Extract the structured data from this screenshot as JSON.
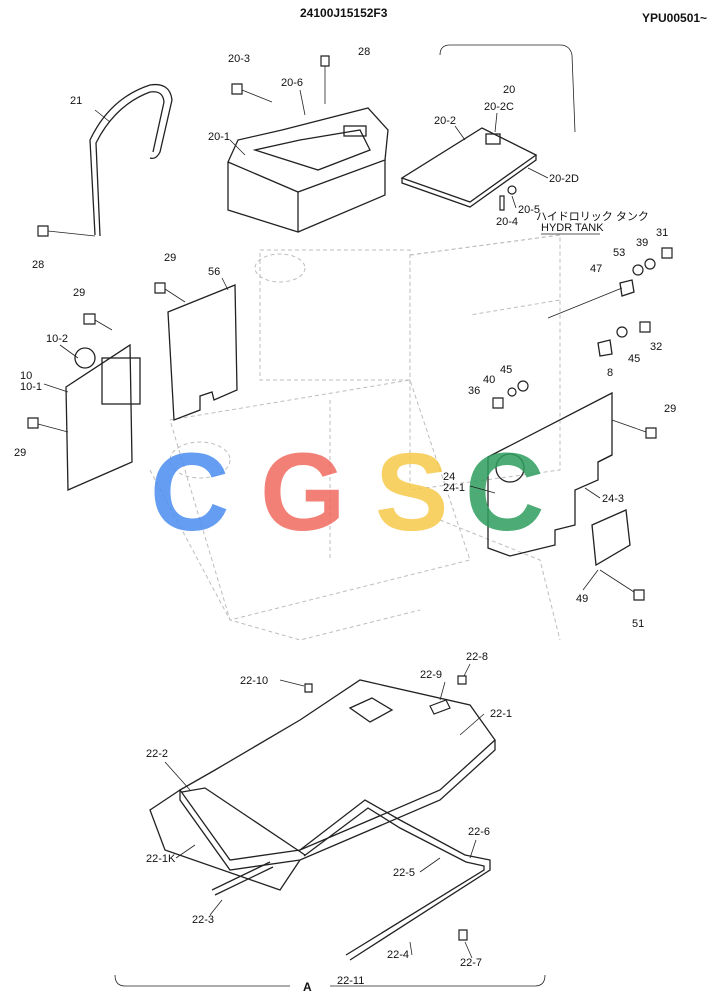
{
  "header": {
    "drawing_code": "24100J15152F3",
    "serial_range": "YPU00501~"
  },
  "hydr_tank": {
    "jp": "ハイドロリック タンク",
    "en": "HYDR TANK"
  },
  "group_label": "A",
  "watermark": {
    "text": "CGSC",
    "letters": [
      {
        "char": "C",
        "color": "#4a8df0"
      },
      {
        "char": "G",
        "color": "#f06a5f"
      },
      {
        "char": "S",
        "color": "#f7c94a"
      },
      {
        "char": "C",
        "color": "#2e9e5f"
      }
    ]
  },
  "callouts": {
    "p28a": "28",
    "p20_3": "20-3",
    "p20_6": "20-6",
    "p20": "20",
    "p20_2c": "20-2C",
    "p21": "21",
    "p20_1": "20-1",
    "p20_2": "20-2",
    "p20_2d": "20-2D",
    "p20_5": "20-5",
    "p20_4": "20-4",
    "p31": "31",
    "p28b": "28",
    "p29a": "29",
    "p56": "56",
    "p39": "39",
    "p53": "53",
    "p47": "47",
    "p29b": "29",
    "p10_2": "10-2",
    "p32": "32",
    "p45a": "45",
    "p10": "10",
    "p10_1": "10-1",
    "p45b": "45",
    "p8": "8",
    "p40": "40",
    "p36": "36",
    "p29c": "29",
    "p29d": "29",
    "p24": "24",
    "p24_1": "24-1",
    "p24_3": "24-3",
    "p49": "49",
    "p51": "51",
    "p22_8": "22-8",
    "p22_10": "22-10",
    "p22_9": "22-9",
    "p22_1": "22-1",
    "p22_2": "22-2",
    "p22_6": "22-6",
    "p22_1k": "22-1K",
    "p22_5": "22-5",
    "p22_3": "22-3",
    "p22_4": "22-4",
    "p22_7": "22-7",
    "p22_11": "22-11"
  }
}
